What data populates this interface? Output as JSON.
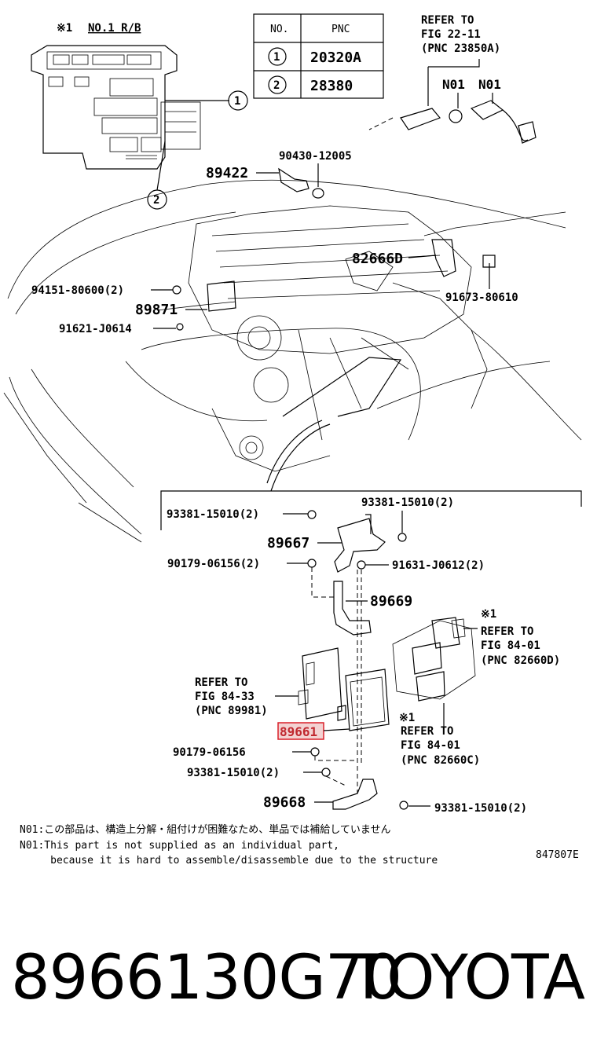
{
  "table": {
    "headers": [
      "NO.",
      "PNC"
    ],
    "rows": [
      {
        "no": "1",
        "pnc": "20320A"
      },
      {
        "no": "2",
        "pnc": "28380"
      }
    ]
  },
  "relay_block": {
    "mark": "※1",
    "label": "NO.1 R/B"
  },
  "refs": {
    "fig22": [
      "REFER TO",
      "FIG 22-11",
      "(PNC 23850A)"
    ],
    "fig84_01_d": [
      "REFER TO",
      "FIG 84-01",
      "(PNC 82660D)"
    ],
    "fig84_33": [
      "REFER TO",
      "FIG 84-33",
      "(PNC 89981)"
    ],
    "fig84_01_c": [
      "REFER TO",
      "FIG 84-01",
      "(PNC 82660C)"
    ]
  },
  "marks": {
    "n01_a": "N01",
    "n01_b": "N01",
    "star1_top": "※1",
    "star1_bottom": "※1"
  },
  "parts": {
    "p90430": "90430-12005",
    "p89422": "89422",
    "p82666": "82666D",
    "p94151": "94151-80600(2)",
    "p89871": "89871",
    "p91621": "91621-J0614",
    "p91673": "91673-80610",
    "p93381_a": "93381-15010(2)",
    "p93381_b": "93381-15010(2)",
    "p89667": "89667",
    "p90179_a": "90179-06156(2)",
    "p91631": "91631-J0612(2)",
    "p89669": "89669",
    "p89661": "89661",
    "p90179_b": "90179-06156",
    "p93381_c": "93381-15010(2)",
    "p89668": "89668",
    "p93381_d": "93381-15010(2)"
  },
  "notes": [
    "N01:この部品は、構造上分解・組付けが困難なため、単品では補給していません",
    "N01:This part is not supplied as an individual part,",
    "     because it is hard to assemble/disassemble due to the structure"
  ],
  "figure_id": "847807E",
  "footer": {
    "part_number": "8966130G70",
    "brand": "TOYOTA"
  },
  "colors": {
    "highlight": "#d9202a",
    "highlight_fill": "#f3d2d2"
  }
}
